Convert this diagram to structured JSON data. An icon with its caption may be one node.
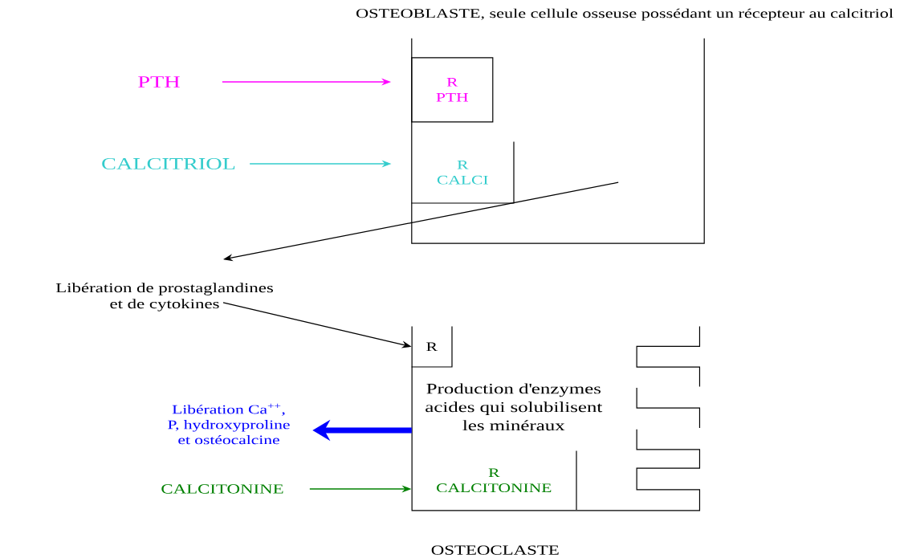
{
  "diagram": {
    "nodes": [
      {
        "text": [
          "OSTEOBLASTE, seule cellule osseuse possédant un récepteur au calcitriol"
        ]
      },
      {
        "text": [
          "R PTH"
        ],
        "in": 0
      },
      {
        "text": [
          "R CALCI"
        ],
        "in": 0
      },
      {
        "text": [
          "PTH"
        ]
      },
      {
        "text": [
          "CALCITRIOL"
        ]
      },
      {
        "text": [
          "Libération de prostaglandines et de cytokines"
        ]
      },
      {
        "text": [
          "Production d'enzymes acides qui solubilisent les minéraux",
          "OSTEOCLASTE"
        ]
      },
      {
        "text": [
          "R"
        ],
        "in": 6
      },
      {
        "text": [
          "R CALCITONINE"
        ],
        "in": 6
      },
      {
        "text": [
          "Libération Ca$^{++}$, P, hydroxyproline et ostéocalcine"
        ]
      },
      {
        "text": [
          "CALCITONINE"
        ]
      }
    ],
    "edges": [
      {
        "from": 3,
        "to": 1,
        "arrow": "to",
        "color": "#ff00ff"
      },
      {
        "from": 4,
        "to": 2,
        "arrow": "to",
        "color": "#33cccc"
      },
      {
        "from": 0,
        "to": 5,
        "arrow": "to"
      },
      {
        "from": 5,
        "to": 7,
        "arrow": "to"
      },
      {
        "from": 6,
        "to": 9,
        "arrow": "to",
        "style": "thick",
        "color": "#0000ff"
      },
      {
        "from": 10,
        "to": 8,
        "arrow": "to",
        "color": "#008000"
      }
    ]
  }
}
